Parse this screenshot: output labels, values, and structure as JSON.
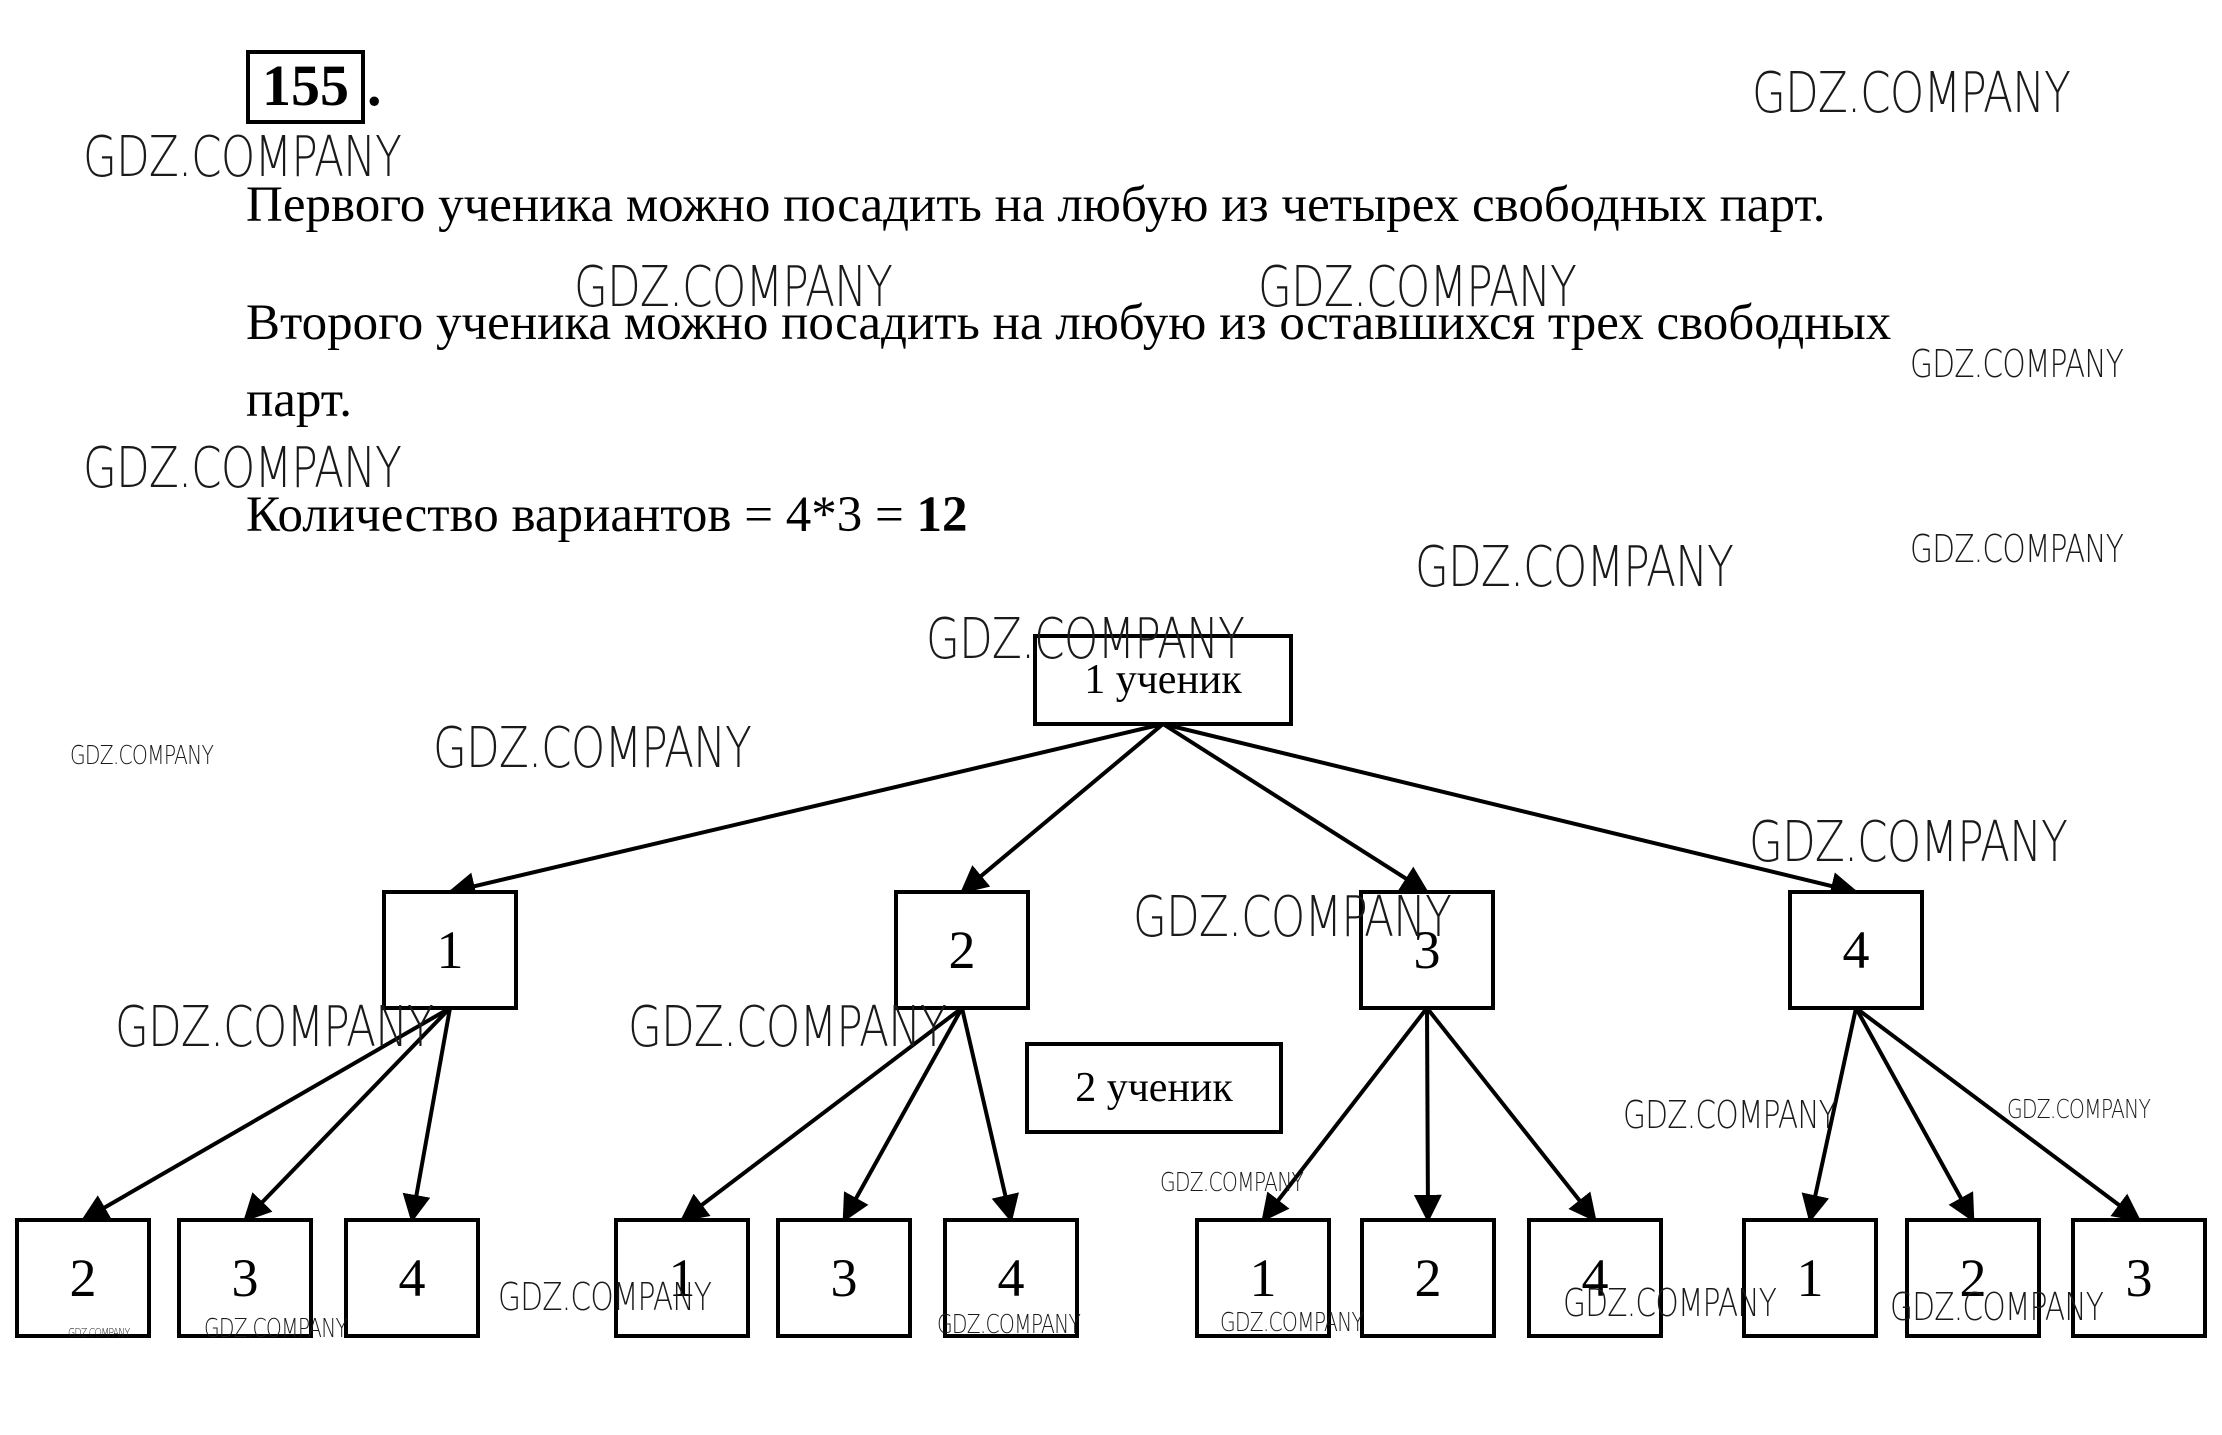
{
  "problem": {
    "number": "155",
    "number_suffix": "."
  },
  "text": {
    "line1": "Первого ученика можно посадить на любую из четырех свободных парт.",
    "line2": "Второго ученика можно посадить на любую из оставшихся трех свободных",
    "line3": "парт.",
    "line4_prefix": "Количество вариантов = 4*3 = ",
    "line4_answer": "12"
  },
  "tree": {
    "root_label": "1 ученик",
    "level2_caption": "2 ученик",
    "level1": [
      {
        "label": "1",
        "children": [
          "2",
          "3",
          "4"
        ]
      },
      {
        "label": "2",
        "children": [
          "1",
          "3",
          "4"
        ]
      },
      {
        "label": "3",
        "children": [
          "1",
          "2",
          "4"
        ]
      },
      {
        "label": "4",
        "children": [
          "1",
          "2",
          "3"
        ]
      }
    ]
  },
  "watermark": {
    "text": "GDZ.COMPANY"
  }
}
